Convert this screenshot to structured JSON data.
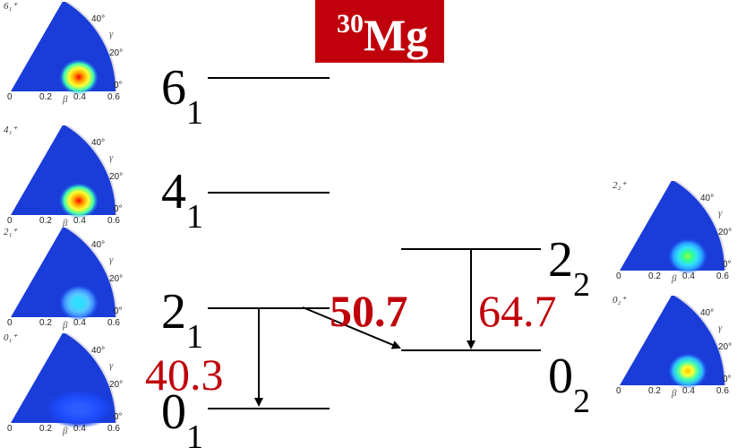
{
  "title": {
    "mass": "30",
    "element": "Mg"
  },
  "levels": [
    {
      "id": "6_1",
      "spin": "6",
      "index": "1"
    },
    {
      "id": "4_1",
      "spin": "4",
      "index": "1"
    },
    {
      "id": "2_1",
      "spin": "2",
      "index": "1"
    },
    {
      "id": "0_1",
      "spin": "0",
      "index": "1"
    },
    {
      "id": "2_2",
      "spin": "2",
      "index": "2"
    },
    {
      "id": "0_2",
      "spin": "0",
      "index": "2"
    }
  ],
  "transitions": [
    {
      "from": "2_1",
      "to": "0_1",
      "value": "40.3",
      "bold": false
    },
    {
      "from": "2_1",
      "to": "0_2",
      "value": "50.7",
      "bold": true
    },
    {
      "from": "2_2",
      "to": "0_2",
      "value": "64.7",
      "bold": false
    }
  ],
  "pes_plots": [
    {
      "state": "6₁⁺",
      "peak": "red"
    },
    {
      "state": "4₁⁺",
      "peak": "red"
    },
    {
      "state": "2₁⁺",
      "peak": "cyan"
    },
    {
      "state": "0₁⁺",
      "peak": "blue"
    },
    {
      "state": "2₂⁺",
      "peak": "green"
    },
    {
      "state": "0₂⁺",
      "peak": "yellow"
    }
  ],
  "pes_axes": {
    "beta_label": "β",
    "gamma_label": "γ",
    "beta_ticks": [
      "0",
      "0.2",
      "0.4",
      "0.6"
    ],
    "gamma_ticks": [
      "40°",
      "20°",
      "0°"
    ]
  }
}
